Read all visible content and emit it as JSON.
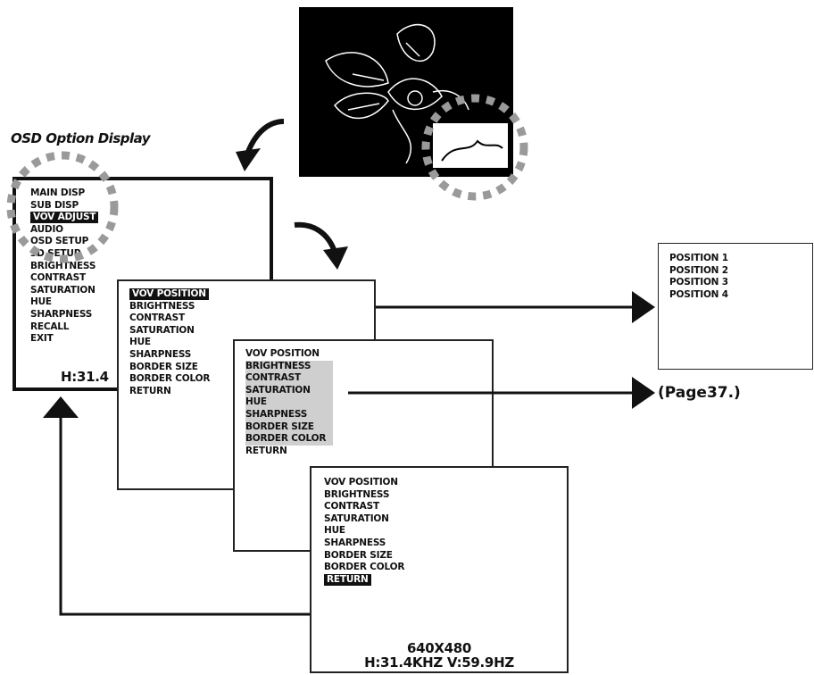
{
  "osd_title": "OSD Option Display",
  "main_menu": {
    "items": [
      "MAIN DISP",
      "SUB DISP",
      "VOV ADJUST",
      "AUDIO",
      "OSD SETUP",
      "3D SETUP",
      "BRIGHTNESS",
      "CONTRAST",
      "SATURATION",
      "HUE",
      "SHARPNESS",
      "RECALL",
      "EXIT"
    ],
    "selected_index": 2,
    "freq_line": "H:31.4"
  },
  "submenu_1": {
    "items": [
      "VOV POSITION",
      "BRIGHTNESS",
      "CONTRAST",
      "SATURATION",
      "HUE",
      "SHARPNESS",
      "BORDER SIZE",
      "BORDER COLOR",
      "RETURN"
    ],
    "selected_index": 0
  },
  "submenu_2": {
    "items": [
      "VOV POSITION",
      "BRIGHTNESS",
      "CONTRAST",
      "SATURATION",
      "HUE",
      "SHARPNESS",
      "BORDER SIZE",
      "BORDER COLOR",
      "RETURN"
    ],
    "shaded_range": [
      1,
      7
    ]
  },
  "submenu_3": {
    "items": [
      "VOV POSITION",
      "BRIGHTNESS",
      "CONTRAST",
      "SATURATION",
      "HUE",
      "SHARPNESS",
      "BORDER SIZE",
      "BORDER COLOR",
      "RETURN"
    ],
    "selected_index": 8,
    "resolution": "640X480",
    "freq_line": "H:31.4KHZ V:59.9HZ"
  },
  "position_list": [
    "POSITION 1",
    "POSITION 2",
    "POSITION 3",
    "POSITION 4"
  ],
  "page_reference": "(Page37.)",
  "colors": {
    "ink": "#111111",
    "highlight_bg": "#111111",
    "shade": "#cfcfcf",
    "dotted_circle": "#9a9a9a"
  }
}
